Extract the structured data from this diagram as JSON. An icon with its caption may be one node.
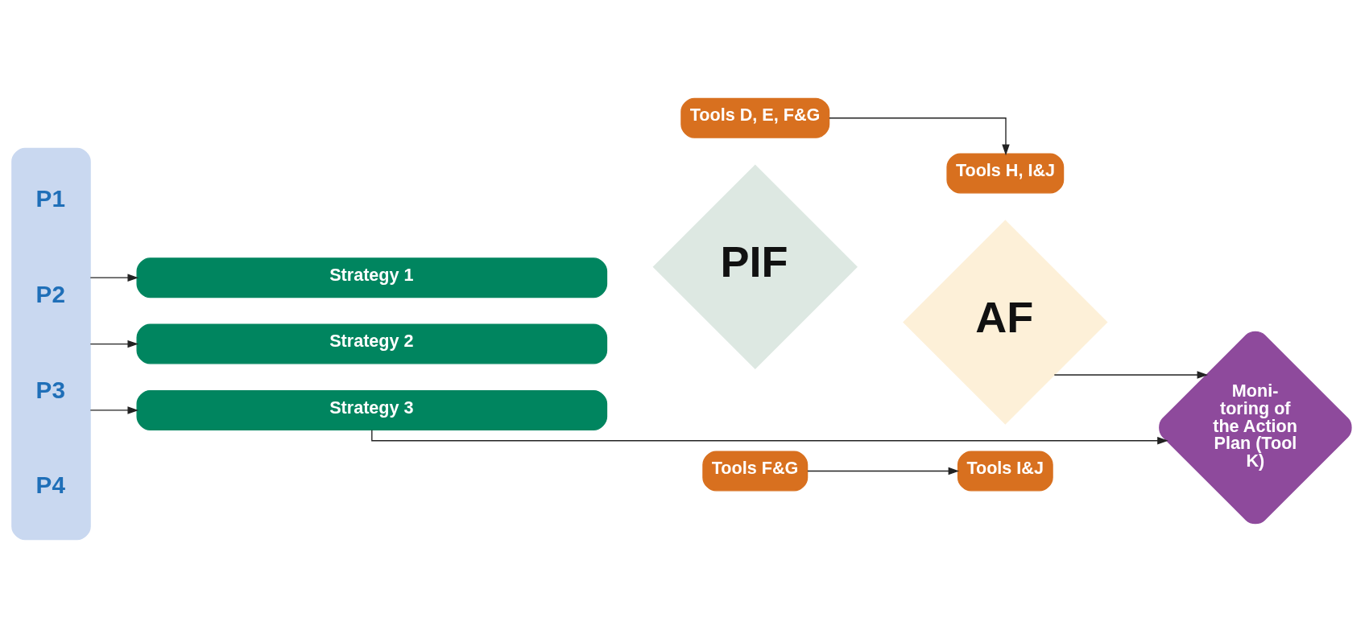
{
  "diagram": {
    "nodes": [
      {
        "text": [
          "P1",
          "P2",
          "P3",
          "P4"
        ]
      },
      {
        "text": [
          "Strategy 1"
        ]
      },
      {
        "text": [
          "Tools D, E, F&G"
        ]
      },
      {
        "text": [
          "Tools H, I&J"
        ]
      },
      {
        "text": [
          "PIF"
        ]
      },
      {
        "text": [
          "AF"
        ]
      },
      {
        "text": [
          "Strategy 2"
        ]
      },
      {
        "text": [
          "Tools F&G"
        ]
      },
      {
        "text": [
          "Tools I&J"
        ]
      },
      {
        "text": [
          "Strategy 3"
        ]
      },
      {
        "text": [
          "Moni- toring of the Action Plan (Tool K)"
        ]
      }
    ],
    "edges": [
      {
        "from": 0,
        "to": 1,
        "arrow": "to"
      },
      {
        "from": 0,
        "to": 6,
        "arrow": "to"
      },
      {
        "from": 0,
        "to": 9,
        "arrow": "to"
      },
      {
        "from": 2,
        "to": 3,
        "arrow": "to"
      },
      {
        "from": 7,
        "to": 8,
        "arrow": "to"
      },
      {
        "from": 5,
        "to": 10,
        "arrow": "to"
      },
      {
        "from": 9,
        "to": 10,
        "arrow": "to"
      }
    ]
  }
}
